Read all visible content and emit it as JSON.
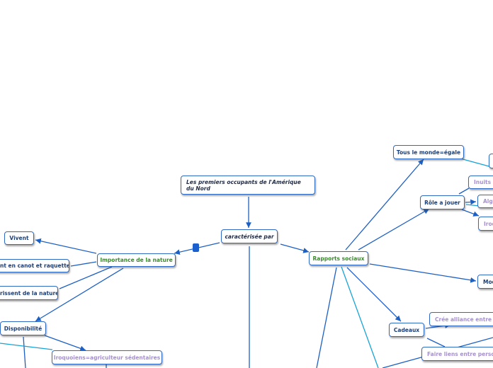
{
  "colors": {
    "border": "#2f6bc2",
    "link": "#1d60c4",
    "link_alt": "#16a3d6",
    "text_blue": "#1c3f78",
    "text_green": "#3b8a2e",
    "text_lavender": "#a690cf"
  },
  "nodes": {
    "root_title": "Les premiers occupants de l'Amérique du Nord",
    "caracterisee_par": "caractérisée par",
    "importance_nature": "Importance de la nature",
    "rapports_sociaux": "Rapports sociaux",
    "vivent": "Vivent",
    "canot_raquette": "nt en canot et raquette",
    "nourrissent_nature": "rissent de la nature",
    "disponibilite": "Disponibilité",
    "iroquoiens": "Iroquoiens=agriculteur sédentaires",
    "tous_le_monde": "Tous le monde=égale",
    "role_a_jouer": "Rôle a jouer",
    "inuits": "Inuits",
    "algo": "Algo",
    "iroq": "Iroq",
    "mod": "Mod",
    "cadeaux": "Cadeaux",
    "cree_alliance": "Crée alliance entre tr",
    "faire_liens": "Faire liens entre person"
  }
}
